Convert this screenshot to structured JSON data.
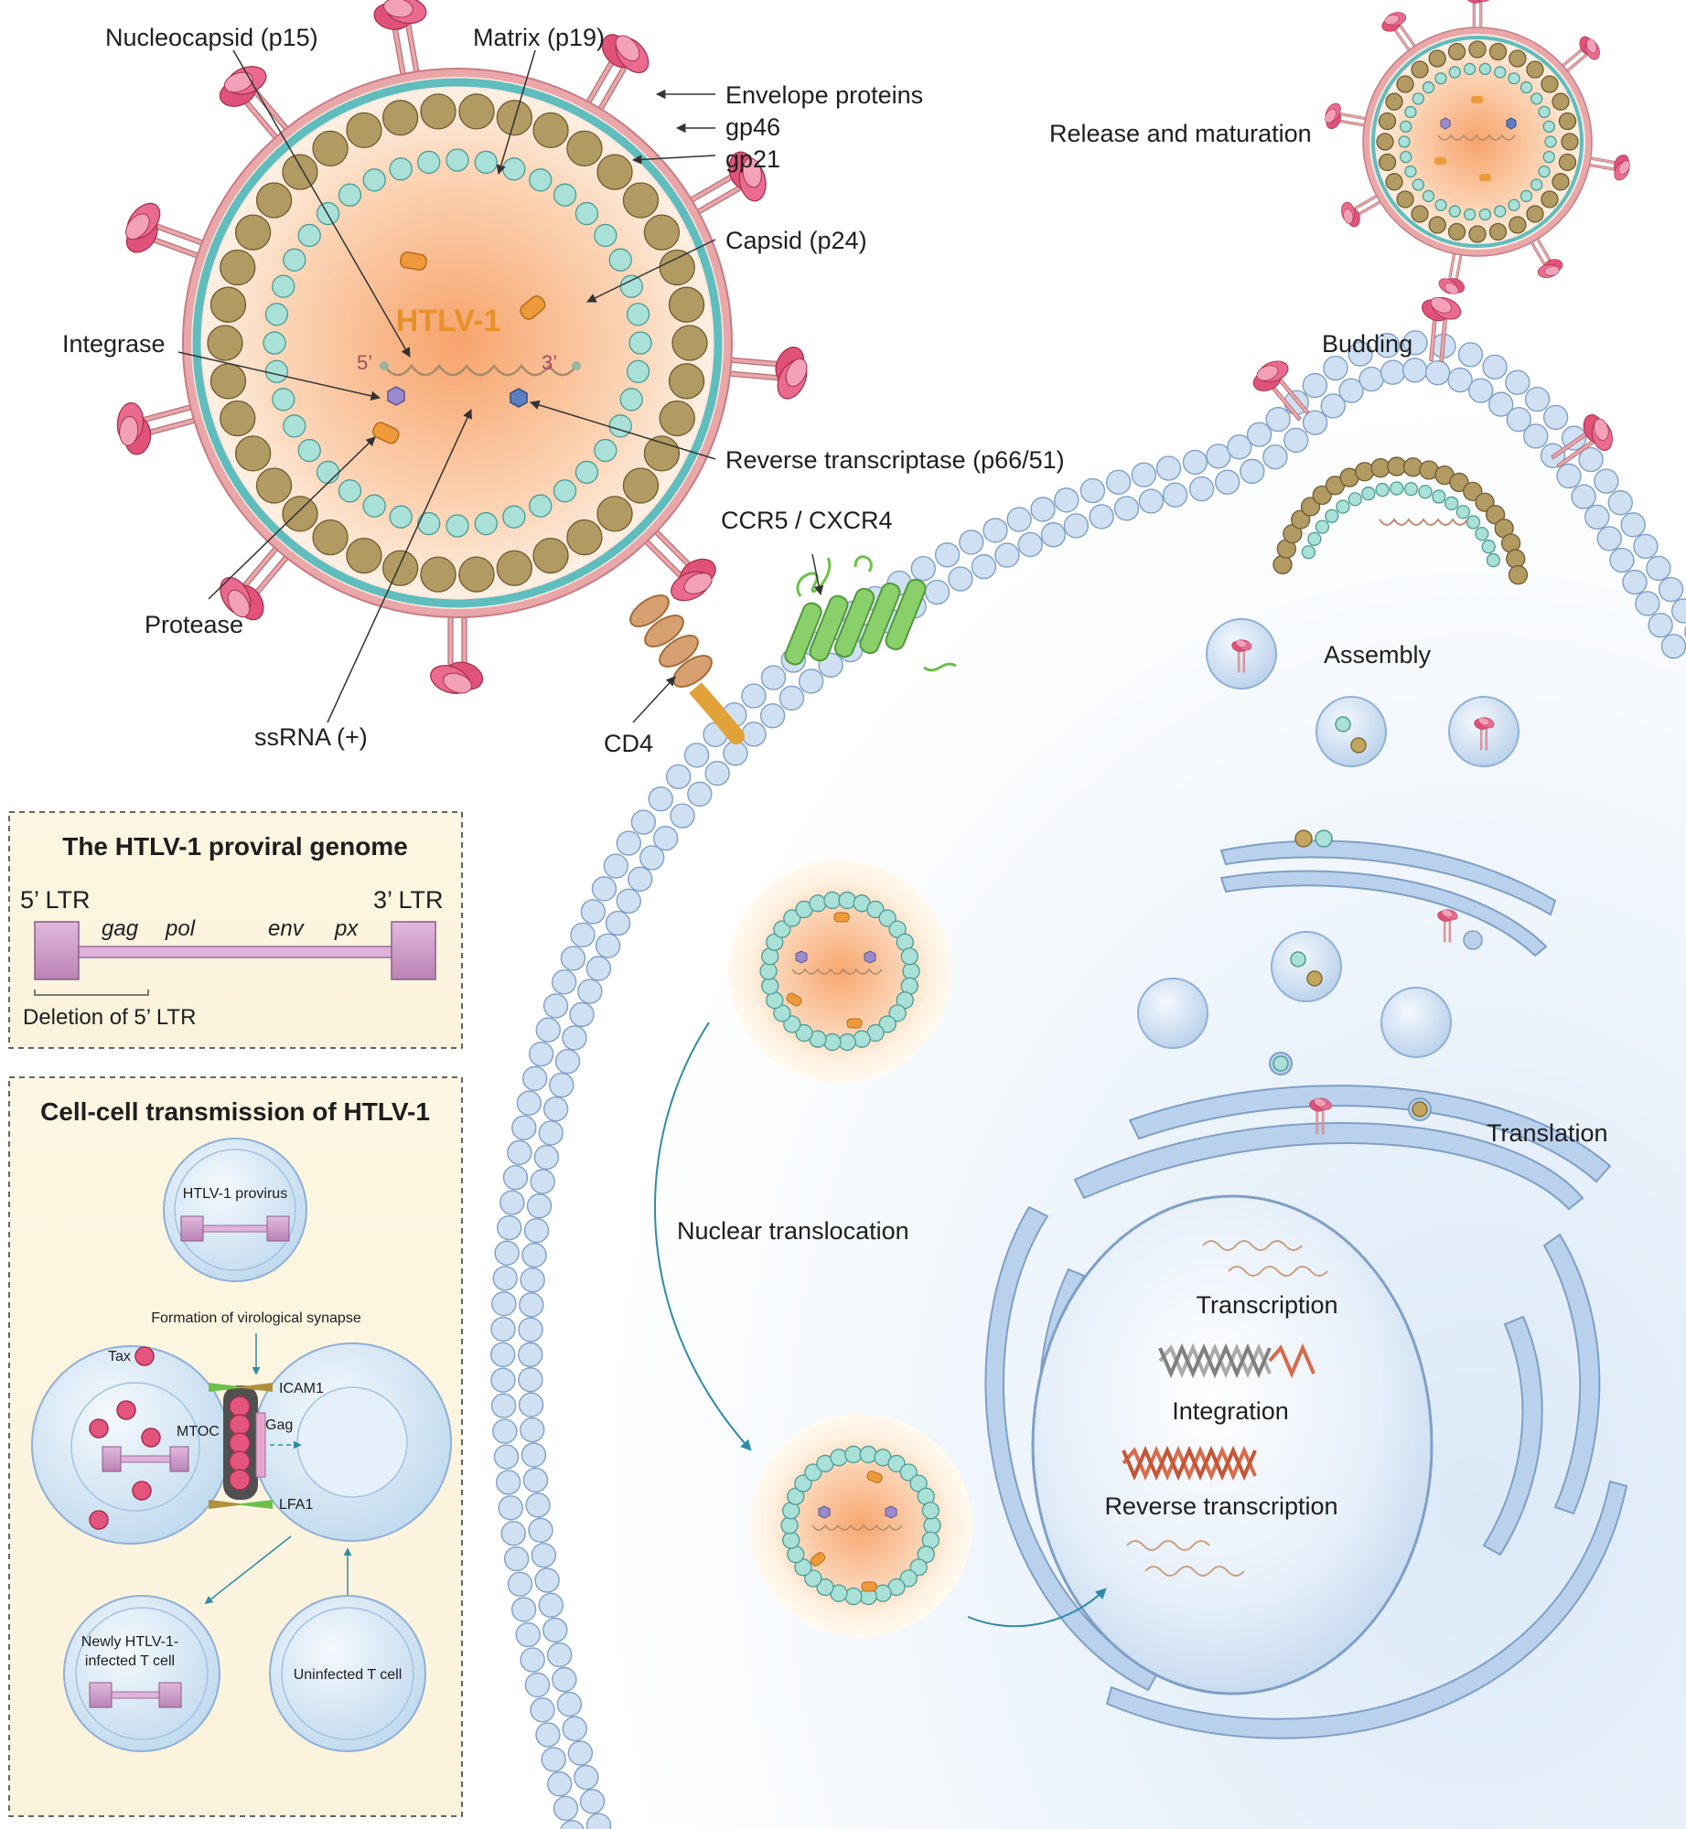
{
  "virion": {
    "title": "HTLV-1",
    "five_prime": "5’",
    "three_prime": "3’",
    "labels": {
      "nucleocapsid": "Nucleocapsid (p15)",
      "matrix": "Matrix (p19)",
      "envelope": "Envelope proteins",
      "gp46": "gp46",
      "gp21": "gp21",
      "capsid": "Capsid (p24)",
      "integrase": "Integrase",
      "reverse_transcriptase": "Reverse transcriptase (p66/51)",
      "protease": "Protease",
      "ssrna": "ssRNA (+)"
    }
  },
  "receptors": {
    "cd4": "CD4",
    "ccr5": "CCR5 / CXCR4"
  },
  "lifecycle": {
    "release": "Release and maturation",
    "budding": "Budding",
    "assembly": "Assembly",
    "translation": "Translation",
    "transcription": "Transcription",
    "integration": "Integration",
    "reverse_transcription": "Reverse transcription",
    "nuclear_translocation": "Nuclear translocation"
  },
  "genome_panel": {
    "title": "The HTLV-1 proviral genome",
    "ltr5": "5’ LTR",
    "ltr3": "3’ LTR",
    "genes": [
      "gag",
      "pol",
      "env",
      "px"
    ],
    "deletion": "Deletion of 5’ LTR"
  },
  "transmission_panel": {
    "title": "Cell-cell transmission of HTLV-1",
    "provirus": "HTLV-1 provirus",
    "synapse": "Formation of virological synapse",
    "tax": "Tax",
    "icam1": "ICAM1",
    "mtoc": "MTOC",
    "gag": "Gag",
    "lfa1": "LFA1",
    "newly_infected": [
      "Newly HTLV-1-",
      "infected T cell"
    ],
    "uninfected": "Uninfected T cell"
  },
  "colors": {
    "membrane_bead": "#cfe0f3",
    "membrane_stroke": "#7f9fc6",
    "matrix_bead": "#b29a63",
    "capsid_bead": "#a9e0d8",
    "envelope": "#d88c92",
    "spike": "#e0527a",
    "virus_title": "#e8902a",
    "panel_bg": "#fdf6e2"
  }
}
